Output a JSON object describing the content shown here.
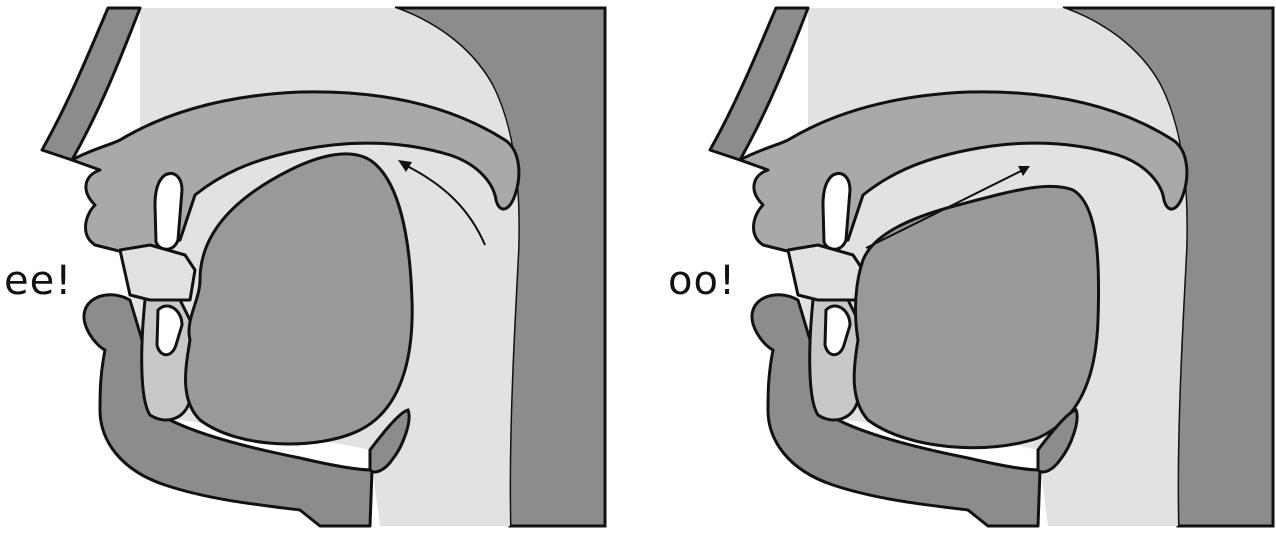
{
  "colors": {
    "dark_tissue": "#8c8c8c",
    "mid_tissue": "#a9a9a9",
    "light_cavity": "#e2e2e2",
    "tongue": "#999999",
    "tooth": "#ffffff",
    "outline": "#111111",
    "background": "#ffffff"
  },
  "panels": [
    {
      "label": "ee!",
      "vowel": "ee",
      "airflow_arrow": "curved-arrow-up-toward-velum"
    },
    {
      "label": "oo!",
      "vowel": "oo",
      "airflow_arrow": "straight-arrow-along-palate"
    }
  ]
}
